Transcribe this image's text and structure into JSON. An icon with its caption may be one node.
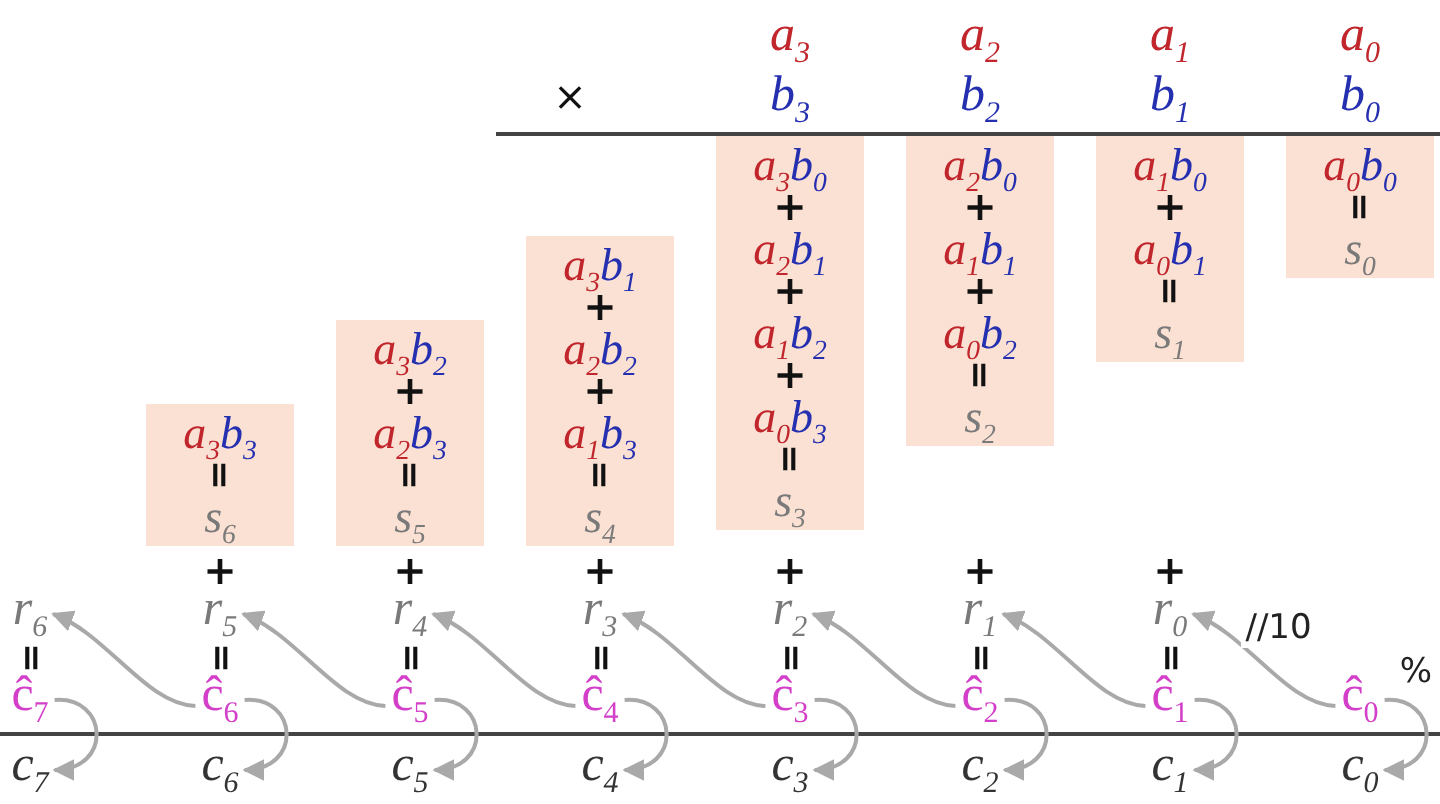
{
  "diagram": {
    "nodes": [
      {
        "text": [
          "a$_{3}$b$_{3}$",
          "=",
          "s$_{6}$"
        ]
      },
      {
        "text": [
          "a$_{3}$b$_{2}$",
          "+",
          "a$_{2}$b$_{3}$",
          "=",
          "s$_{5}$"
        ]
      },
      {
        "text": [
          "a$_{3}$b$_{1}$",
          "+",
          "a$_{2}$b$_{2}$",
          "+",
          "a$_{1}$b$_{3}$",
          "=",
          "s$_{4}$"
        ]
      },
      {
        "text": [
          "a$_{3}$b$_{0}$",
          "+",
          "a$_{2}$b$_{1}$",
          "+",
          "a$_{1}$b$_{2}$",
          "+",
          "a$_{0}$b$_{3}$",
          "=",
          "s$_{3}$"
        ]
      },
      {
        "text": [
          "a$_{2}$b$_{0}$",
          "+",
          "a$_{1}$b$_{1}$",
          "+",
          "a$_{0}$b$_{2}$",
          "=",
          "s$_{2}$"
        ]
      },
      {
        "text": [
          "a$_{1}$b$_{0}$",
          "+",
          "a$_{0}$b$_{1}$",
          "=",
          "s$_{1}$"
        ]
      },
      {
        "text": [
          "a$_{0}$b$_{0}$",
          "=",
          "s$_{0}$"
        ]
      },
      {
        "text": [
          "r$_{6}$"
        ]
      },
      {
        "text": [
          "r$_{5}$"
        ]
      },
      {
        "text": [
          "r$_{4}$"
        ]
      },
      {
        "text": [
          "r$_{3}$"
        ]
      },
      {
        "text": [
          "r$_{2}$"
        ]
      },
      {
        "text": [
          "r$_{1}$"
        ]
      },
      {
        "text": [
          "r$_{0}$"
        ]
      },
      {
        "text": [
          "ĉ$_{7}$"
        ]
      },
      {
        "text": [
          "ĉ$_{6}$"
        ]
      },
      {
        "text": [
          "ĉ$_{5}$"
        ]
      },
      {
        "text": [
          "ĉ$_{4}$"
        ]
      },
      {
        "text": [
          "ĉ$_{3}$"
        ]
      },
      {
        "text": [
          "ĉ$_{2}$"
        ]
      },
      {
        "text": [
          "ĉ$_{1}$"
        ]
      },
      {
        "text": [
          "ĉ$_{0}$"
        ]
      },
      {
        "text": [
          "c$_{7}$"
        ]
      },
      {
        "text": [
          "c$_{6}$"
        ]
      },
      {
        "text": [
          "c$_{5}$"
        ]
      },
      {
        "text": [
          "c$_{4}$"
        ]
      },
      {
        "text": [
          "c$_{3}$"
        ]
      },
      {
        "text": [
          "c$_{2}$"
        ]
      },
      {
        "text": [
          "c$_{1}$"
        ]
      },
      {
        "text": [
          "c$_{0}$"
        ]
      }
    ],
    "edges": [
      {
        "from": 14,
        "to": 22,
        "arrow": "to"
      },
      {
        "from": 15,
        "to": 7,
        "arrow": "to"
      },
      {
        "from": 15,
        "to": 23,
        "arrow": "to"
      },
      {
        "from": 16,
        "to": 8,
        "arrow": "to"
      },
      {
        "from": 16,
        "to": 24,
        "arrow": "to"
      },
      {
        "from": 17,
        "to": 9,
        "arrow": "to"
      },
      {
        "from": 17,
        "to": 25,
        "arrow": "to"
      },
      {
        "from": 18,
        "to": 10,
        "arrow": "to"
      },
      {
        "from": 18,
        "to": 26,
        "arrow": "to"
      },
      {
        "from": 19,
        "to": 11,
        "arrow": "to"
      },
      {
        "from": 19,
        "to": 27,
        "arrow": "to"
      },
      {
        "from": 20,
        "to": 12,
        "arrow": "to"
      },
      {
        "from": 20,
        "to": 28,
        "arrow": "to"
      },
      {
        "from": 21,
        "to": 13,
        "arrow": "to",
        "label": "//10"
      },
      {
        "from": 21,
        "to": 29,
        "arrow": "to",
        "label": "%"
      }
    ],
    "labels": [
      "a$_{3}$",
      "a$_{2}$",
      "a$_{1}$",
      "a$_{0}$",
      "×",
      "b$_{3}$",
      "b$_{2}$",
      "b$_{1}$",
      "b$_{0}$",
      "+",
      "+",
      "+",
      "+",
      "+",
      "+",
      "=",
      "=",
      "=",
      "=",
      "=",
      "=",
      "="
    ]
  }
}
